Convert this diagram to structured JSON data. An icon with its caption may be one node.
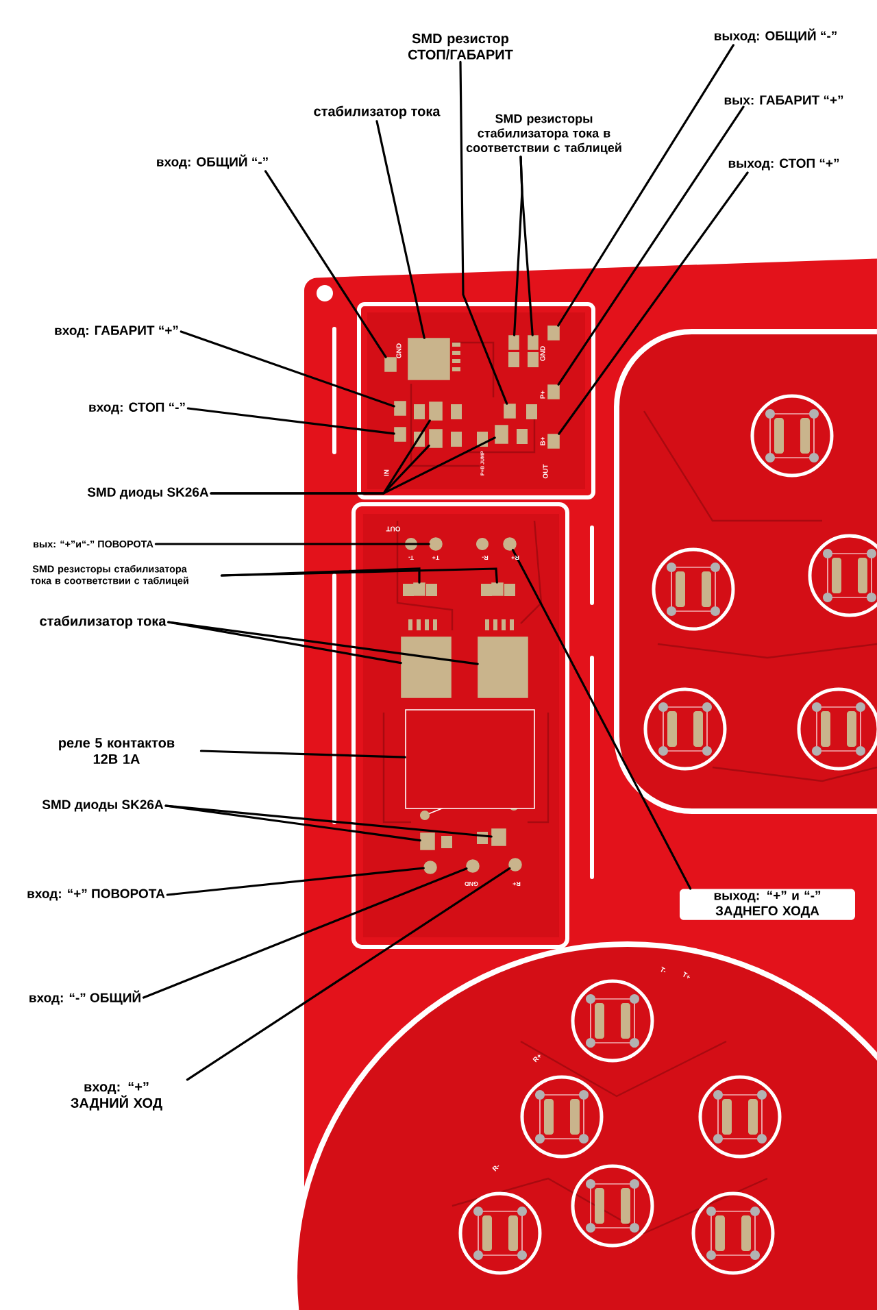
{
  "diagram": {
    "nodes": [
      {
        "text": [
          "SMD резистор СТОП/ГАБАРИТ"
        ]
      },
      {
        "text": [
          "стабилизатор тока"
        ]
      },
      {
        "text": [
          "SMD резисторы стабилизатора тока в соответствии с таблицей"
        ]
      },
      {
        "text": [
          "выход: ОБЩИЙ “-”"
        ]
      },
      {
        "text": [
          "вых: ГАБАРИТ “+”"
        ]
      },
      {
        "text": [
          "выход: СТОП “+”"
        ]
      },
      {
        "text": [
          "вход: ОБЩИЙ “-”"
        ]
      },
      {
        "text": [
          "вход: ГАБАРИТ “+”"
        ]
      },
      {
        "text": [
          "вход: СТОП “-”"
        ]
      },
      {
        "text": [
          "SMD диоды SK26A"
        ]
      },
      {
        "text": [
          "вых: “+”и“-” ПОВОРОТА"
        ]
      },
      {
        "text": [
          "SMD резисторы стабилизатора тока в соответствии с таблицей"
        ]
      },
      {
        "text": [
          "стабилизатор тока"
        ]
      },
      {
        "text": [
          "реле 5 контактов 12В 1А"
        ]
      },
      {
        "text": [
          "SMD диоды SK26A"
        ]
      },
      {
        "text": [
          "вход: “+” ПОВОРОТА"
        ]
      },
      {
        "text": [
          "вход: “-” ОБЩИЙ"
        ]
      },
      {
        "text": [
          "вход: “+” ЗАДНИЙ ХОД"
        ]
      },
      {
        "text": [
          "выход: “+” и “-” ЗАДНЕГО ХОДА"
        ]
      },
      {
        "text": [],
        "shape": "box"
      },
      {
        "text": [],
        "shape": "box"
      },
      {
        "text": [],
        "shape": "box"
      },
      {
        "text": [],
        "shape": "box"
      },
      {
        "text": [],
        "shape": "box"
      },
      {
        "text": [],
        "shape": "box"
      },
      {
        "text": [],
        "shape": "box"
      },
      {
        "text": [],
        "shape": "box"
      },
      {
        "text": [],
        "shape": "box"
      },
      {
        "text": [],
        "shape": "box"
      },
      {
        "text": [],
        "shape": "box"
      },
      {
        "text": [],
        "shape": "box"
      },
      {
        "text": [],
        "shape": "box"
      },
      {
        "text": [],
        "shape": "circle"
      },
      {
        "text": [],
        "shape": "circle"
      },
      {
        "text": [],
        "shape": "box"
      },
      {
        "text": [],
        "shape": "box"
      },
      {
        "text": [],
        "shape": "box"
      },
      {
        "text": [],
        "shape": "box"
      },
      {
        "text": [],
        "shape": "box"
      },
      {
        "text": [],
        "shape": "box"
      },
      {
        "text": [],
        "shape": "box"
      },
      {
        "text": [],
        "shape": "circle"
      },
      {
        "text": [],
        "shape": "circle"
      },
      {
        "text": [],
        "shape": "circle"
      }
    ],
    "edges": [
      {
        "from": 0,
        "to": 20,
        "arrow": "none"
      },
      {
        "from": 1,
        "to": 19,
        "arrow": "none"
      },
      {
        "from": 2,
        "to": 21,
        "arrow": "none"
      },
      {
        "from": 2,
        "to": 22,
        "arrow": "none"
      },
      {
        "from": 3,
        "to": 23,
        "arrow": "none"
      },
      {
        "from": 4,
        "to": 24,
        "arrow": "none"
      },
      {
        "from": 5,
        "to": 25,
        "arrow": "none"
      },
      {
        "from": 6,
        "to": 26,
        "arrow": "none"
      },
      {
        "from": 7,
        "to": 27,
        "arrow": "none"
      },
      {
        "from": 8,
        "to": 28,
        "arrow": "none"
      },
      {
        "from": 9,
        "to": 29,
        "arrow": "none"
      },
      {
        "from": 9,
        "to": 30,
        "arrow": "none"
      },
      {
        "from": 9,
        "to": 31,
        "arrow": "none"
      },
      {
        "from": 10,
        "to": 32,
        "arrow": "none"
      },
      {
        "from": 11,
        "to": 34,
        "arrow": "none"
      },
      {
        "from": 11,
        "to": 35,
        "arrow": "none"
      },
      {
        "from": 12,
        "to": 36,
        "arrow": "none"
      },
      {
        "from": 12,
        "to": 37,
        "arrow": "none"
      },
      {
        "from": 13,
        "to": 38,
        "arrow": "none"
      },
      {
        "from": 14,
        "to": 39,
        "arrow": "none"
      },
      {
        "from": 14,
        "to": 40,
        "arrow": "none"
      },
      {
        "from": 15,
        "to": 41,
        "arrow": "none"
      },
      {
        "from": 16,
        "to": 42,
        "arrow": "none"
      },
      {
        "from": 17,
        "to": 43,
        "arrow": "none"
      },
      {
        "from": 18,
        "to": 33,
        "arrow": "none"
      }
    ],
    "labels": [
      "GND",
      "GND",
      "P+",
      "B+",
      "IN",
      "P+B JUMP",
      "OUT",
      "OUT",
      "T-",
      "T+",
      "R-",
      "R+",
      "GND",
      "R+",
      "T-",
      "T+",
      "R+",
      "R-"
    ]
  }
}
